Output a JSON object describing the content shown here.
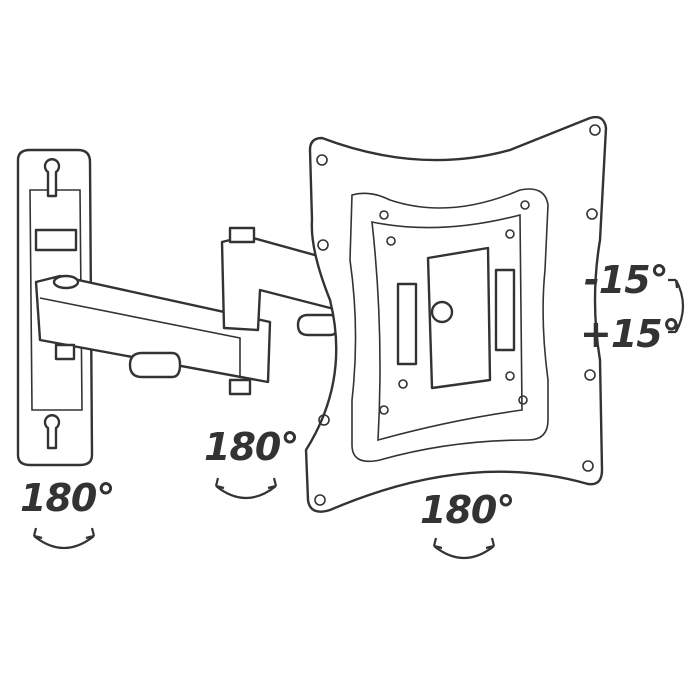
{
  "labels": {
    "wall_rotation": "180°",
    "arm_rotation": "180°",
    "plate_rotation": "180°",
    "tilt_up": "-15°",
    "tilt_down": "+15°"
  },
  "colors": {
    "line": "#333333",
    "background": "#ffffff"
  }
}
